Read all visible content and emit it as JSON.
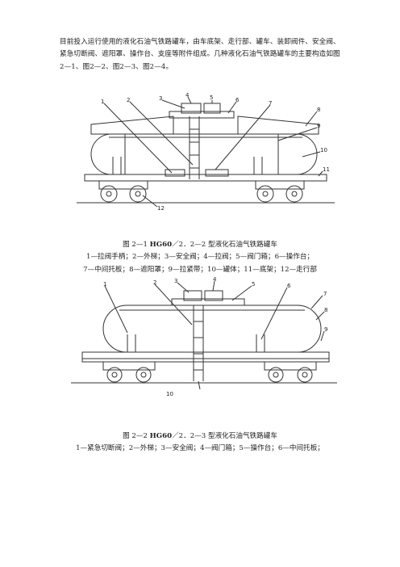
{
  "intro": "目前投入运行使用的液化石油气铁路罐车，由车底架、走行部、罐车、装卸阀件、安全阀、紧急切断阀、遮阳罩、操作台、支座等附件组成。几种液化石油气铁路罐车的主要构造如图2—1、图2—2、图2—3、图2—4。",
  "figure1": {
    "caption_prefix": "图 2—1 ",
    "caption_bold": "HG60",
    "caption_rest": "／2．2—2 型液化石油气铁路罐车",
    "legend_line1": "1—拉阀手柄；2—外梯；3—安全阀；4—拉阀；5—阀门箱；6—操作台；",
    "legend_line2": "7—中间托板；8—遮阳罩；9—拉紧带；10—罐体；11—底架；12—走行部",
    "labels": [
      "1",
      "2",
      "3",
      "4",
      "5",
      "6",
      "7",
      "8",
      "9",
      "10",
      "11",
      "12"
    ]
  },
  "figure2": {
    "caption_prefix": "图 2—2 ",
    "caption_bold": "HG60",
    "caption_rest": "／2．2—3 型液化石油气铁路罐车",
    "legend_line1": "1—紧急切断阀；2—外梯；3—安全阀；4—阀门箱；5—操作台；6—中间托板；",
    "labels": [
      "1",
      "2",
      "3",
      "4",
      "5",
      "6",
      "7",
      "8",
      "9",
      "10"
    ]
  }
}
